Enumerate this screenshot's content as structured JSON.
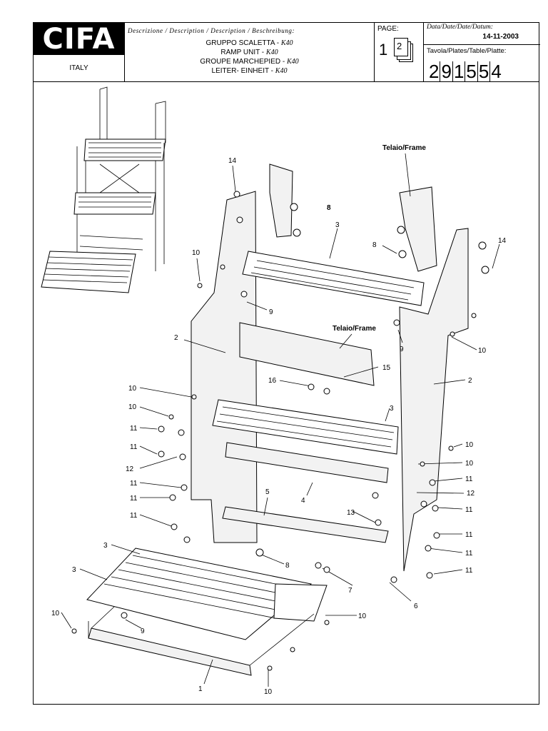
{
  "header": {
    "logo": "CIFA",
    "country": "ITALY",
    "description_label": "Descrizione / Description / Description / Beschreibung:",
    "description_lines": [
      {
        "text": "GRUPPO SCALETTA - ",
        "model": "K40"
      },
      {
        "text": "RAMP UNIT - ",
        "model": "K40"
      },
      {
        "text": "GROUPE MARCHEPIED - ",
        "model": "K40"
      },
      {
        "text": "LEITER- EINHEIT - ",
        "model": "K40"
      }
    ],
    "page_label": "PAGE:",
    "page_number": "1",
    "page_count": "2",
    "date_label": "Data/Date/Date/Datum:",
    "date_value": "14-11-2003",
    "plate_label": "Tavola/Plates/Table/Platte:",
    "plate_digits": [
      "2",
      "9",
      "1",
      "5",
      "5",
      "4"
    ]
  },
  "drawing": {
    "frame_labels": [
      "Telaio/Frame",
      "Telaio/Frame"
    ],
    "callouts": [
      "14",
      "8",
      "8",
      "3",
      "10",
      "14",
      "9",
      "9",
      "2",
      "10",
      "2",
      "15",
      "16",
      "10",
      "10",
      "11",
      "11",
      "12",
      "3",
      "10",
      "10",
      "11",
      "11",
      "11",
      "11",
      "12",
      "11",
      "11",
      "4",
      "5",
      "13",
      "11",
      "11",
      "3",
      "3",
      "8",
      "7",
      "6",
      "10",
      "9",
      "10",
      "1",
      "10"
    ]
  }
}
